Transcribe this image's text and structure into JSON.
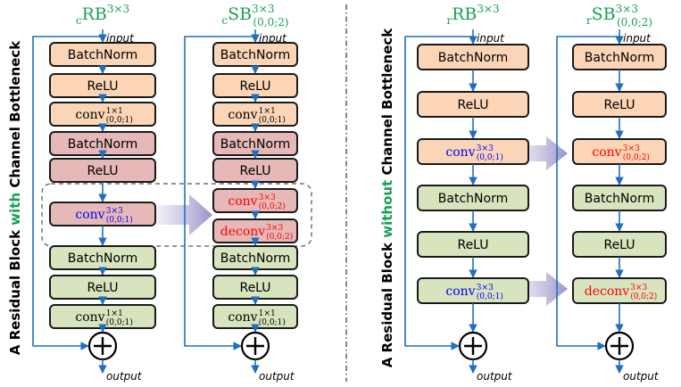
{
  "colors": {
    "orange": "#fbd5b5",
    "pink": "#e6b8b7",
    "green": "#d7e4bd",
    "title_green": "#17a055",
    "blue_text": "#1f77c8",
    "red_text": "#ff0000",
    "arrow": "#1f6fbf",
    "outline": "#1a1a1a"
  },
  "left_panel": {
    "side_title": {
      "pre": "A Residual Block ",
      "keyword": "with",
      "post": " Channel Bottleneck"
    },
    "left_column": {
      "title": {
        "prefix": "c",
        "base": "RB",
        "sup": "3×3",
        "sub": ""
      },
      "input_label": "input",
      "output_label": "output",
      "blocks": [
        {
          "kind": "text",
          "label": "BatchNorm",
          "color": "orange"
        },
        {
          "kind": "text",
          "label": "ReLU",
          "color": "orange"
        },
        {
          "kind": "conv",
          "base": "conv",
          "sup": "1×1",
          "sub": "(0,0;1)",
          "color": "orange",
          "text_color": "#000000"
        },
        {
          "kind": "text",
          "label": "BatchNorm",
          "color": "pink"
        },
        {
          "kind": "text",
          "label": "ReLU",
          "color": "pink"
        },
        {
          "kind": "conv",
          "base": "conv",
          "sup": "3×3",
          "sub": "(0,0;1)",
          "color": "pink",
          "text_color": "blue"
        },
        {
          "kind": "text",
          "label": "BatchNorm",
          "color": "green"
        },
        {
          "kind": "text",
          "label": "ReLU",
          "color": "green"
        },
        {
          "kind": "conv",
          "base": "conv",
          "sup": "1×1",
          "sub": "(0,0;1)",
          "color": "green",
          "text_color": "#000000"
        }
      ]
    },
    "right_column": {
      "title": {
        "prefix": "c",
        "base": "SB",
        "sup": "3×3",
        "sub": "(0,0;2)"
      },
      "input_label": "input",
      "output_label": "output",
      "blocks": [
        {
          "kind": "text",
          "label": "BatchNorm",
          "color": "orange"
        },
        {
          "kind": "text",
          "label": "ReLU",
          "color": "orange"
        },
        {
          "kind": "conv",
          "base": "conv",
          "sup": "1×1",
          "sub": "(0,0;1)",
          "color": "orange",
          "text_color": "#000000"
        },
        {
          "kind": "text",
          "label": "BatchNorm",
          "color": "pink"
        },
        {
          "kind": "text",
          "label": "ReLU",
          "color": "pink"
        },
        {
          "kind": "conv",
          "base": "conv",
          "sup": "3×3",
          "sub": "(0,0;2)",
          "color": "pink",
          "text_color": "red"
        },
        {
          "kind": "conv",
          "base": "deconv",
          "sup": "3×3",
          "sub": "(0,0;2)",
          "color": "pink",
          "text_color": "red"
        },
        {
          "kind": "text",
          "label": "BatchNorm",
          "color": "green"
        },
        {
          "kind": "text",
          "label": "ReLU",
          "color": "green"
        },
        {
          "kind": "conv",
          "base": "conv",
          "sup": "1×1",
          "sub": "(0,0;1)",
          "color": "green",
          "text_color": "#000000"
        }
      ]
    }
  },
  "right_panel": {
    "side_title": {
      "pre": "A Residual Block ",
      "keyword": "without",
      "post": " Channel Bottleneck"
    },
    "left_column": {
      "title": {
        "prefix": "r",
        "base": "RB",
        "sup": "3×3",
        "sub": ""
      },
      "input_label": "input",
      "output_label": "output",
      "blocks": [
        {
          "kind": "text",
          "label": "BatchNorm",
          "color": "orange"
        },
        {
          "kind": "text",
          "label": "ReLU",
          "color": "orange"
        },
        {
          "kind": "conv",
          "base": "conv",
          "sup": "3×3",
          "sub": "(0,0;1)",
          "color": "orange",
          "text_color": "blue"
        },
        {
          "kind": "text",
          "label": "BatchNorm",
          "color": "green"
        },
        {
          "kind": "text",
          "label": "ReLU",
          "color": "green"
        },
        {
          "kind": "conv",
          "base": "conv",
          "sup": "3×3",
          "sub": "(0,0;1)",
          "color": "green",
          "text_color": "blue"
        }
      ]
    },
    "right_column": {
      "title": {
        "prefix": "r",
        "base": "SB",
        "sup": "3×3",
        "sub": "(0,0;2)"
      },
      "input_label": "input",
      "output_label": "output",
      "blocks": [
        {
          "kind": "text",
          "label": "BatchNorm",
          "color": "orange"
        },
        {
          "kind": "text",
          "label": "ReLU",
          "color": "orange"
        },
        {
          "kind": "conv",
          "base": "conv",
          "sup": "3×3",
          "sub": "(0,0;2)",
          "color": "orange",
          "text_color": "red"
        },
        {
          "kind": "text",
          "label": "BatchNorm",
          "color": "green"
        },
        {
          "kind": "text",
          "label": "ReLU",
          "color": "green"
        },
        {
          "kind": "conv",
          "base": "deconv",
          "sup": "3×3",
          "sub": "(0,0;2)",
          "color": "green",
          "text_color": "red"
        }
      ]
    }
  }
}
